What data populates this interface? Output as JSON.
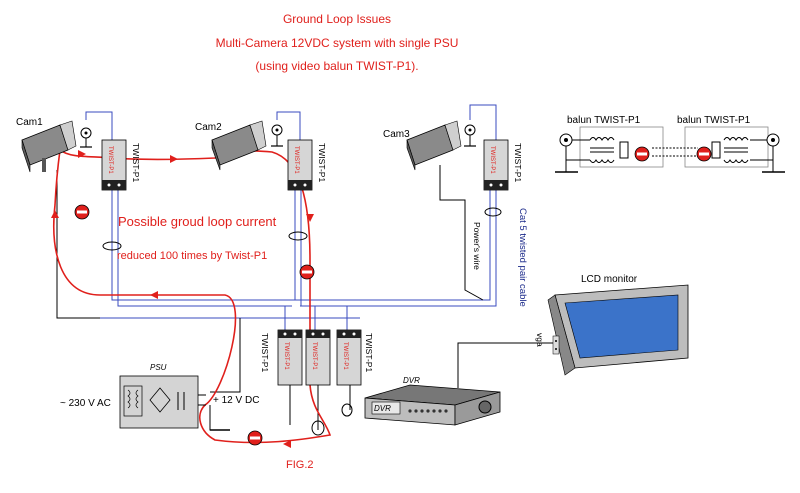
{
  "title": {
    "line1": "Ground Loop Issues",
    "line2": "Multi-Camera 12VDC  system with single PSU",
    "line3": "(using  video balun TWIST-P1)."
  },
  "cameras": {
    "cam1": "Cam1",
    "cam2": "Cam2",
    "cam3": "Cam3"
  },
  "balun_label": "TWIST-P1",
  "balun_inner": "TWIST-P1",
  "balun_detail": {
    "left": "balun TWIST-P1",
    "right": "balun TWIST-P1"
  },
  "annotations": {
    "loop_current": "Possible groud loop current",
    "reduced": "reduced 100 times by Twist-P1",
    "cat5": "Cat 5 twisted pair cable",
    "power_wire": "Power's wire",
    "fig": "FIG.2"
  },
  "psu": {
    "label": "PSU",
    "ac": "~ 230 V AC",
    "dc": "+ 12 V  DC"
  },
  "dvr": {
    "top_label": "DVR",
    "front_label": "DVR"
  },
  "monitor": {
    "label": "LCD monitor",
    "vga": "vga"
  },
  "colors": {
    "red": "#e0201c",
    "blue": "#3a4bbf",
    "navy": "#1b2a8a",
    "screen": "#3b73c9"
  }
}
